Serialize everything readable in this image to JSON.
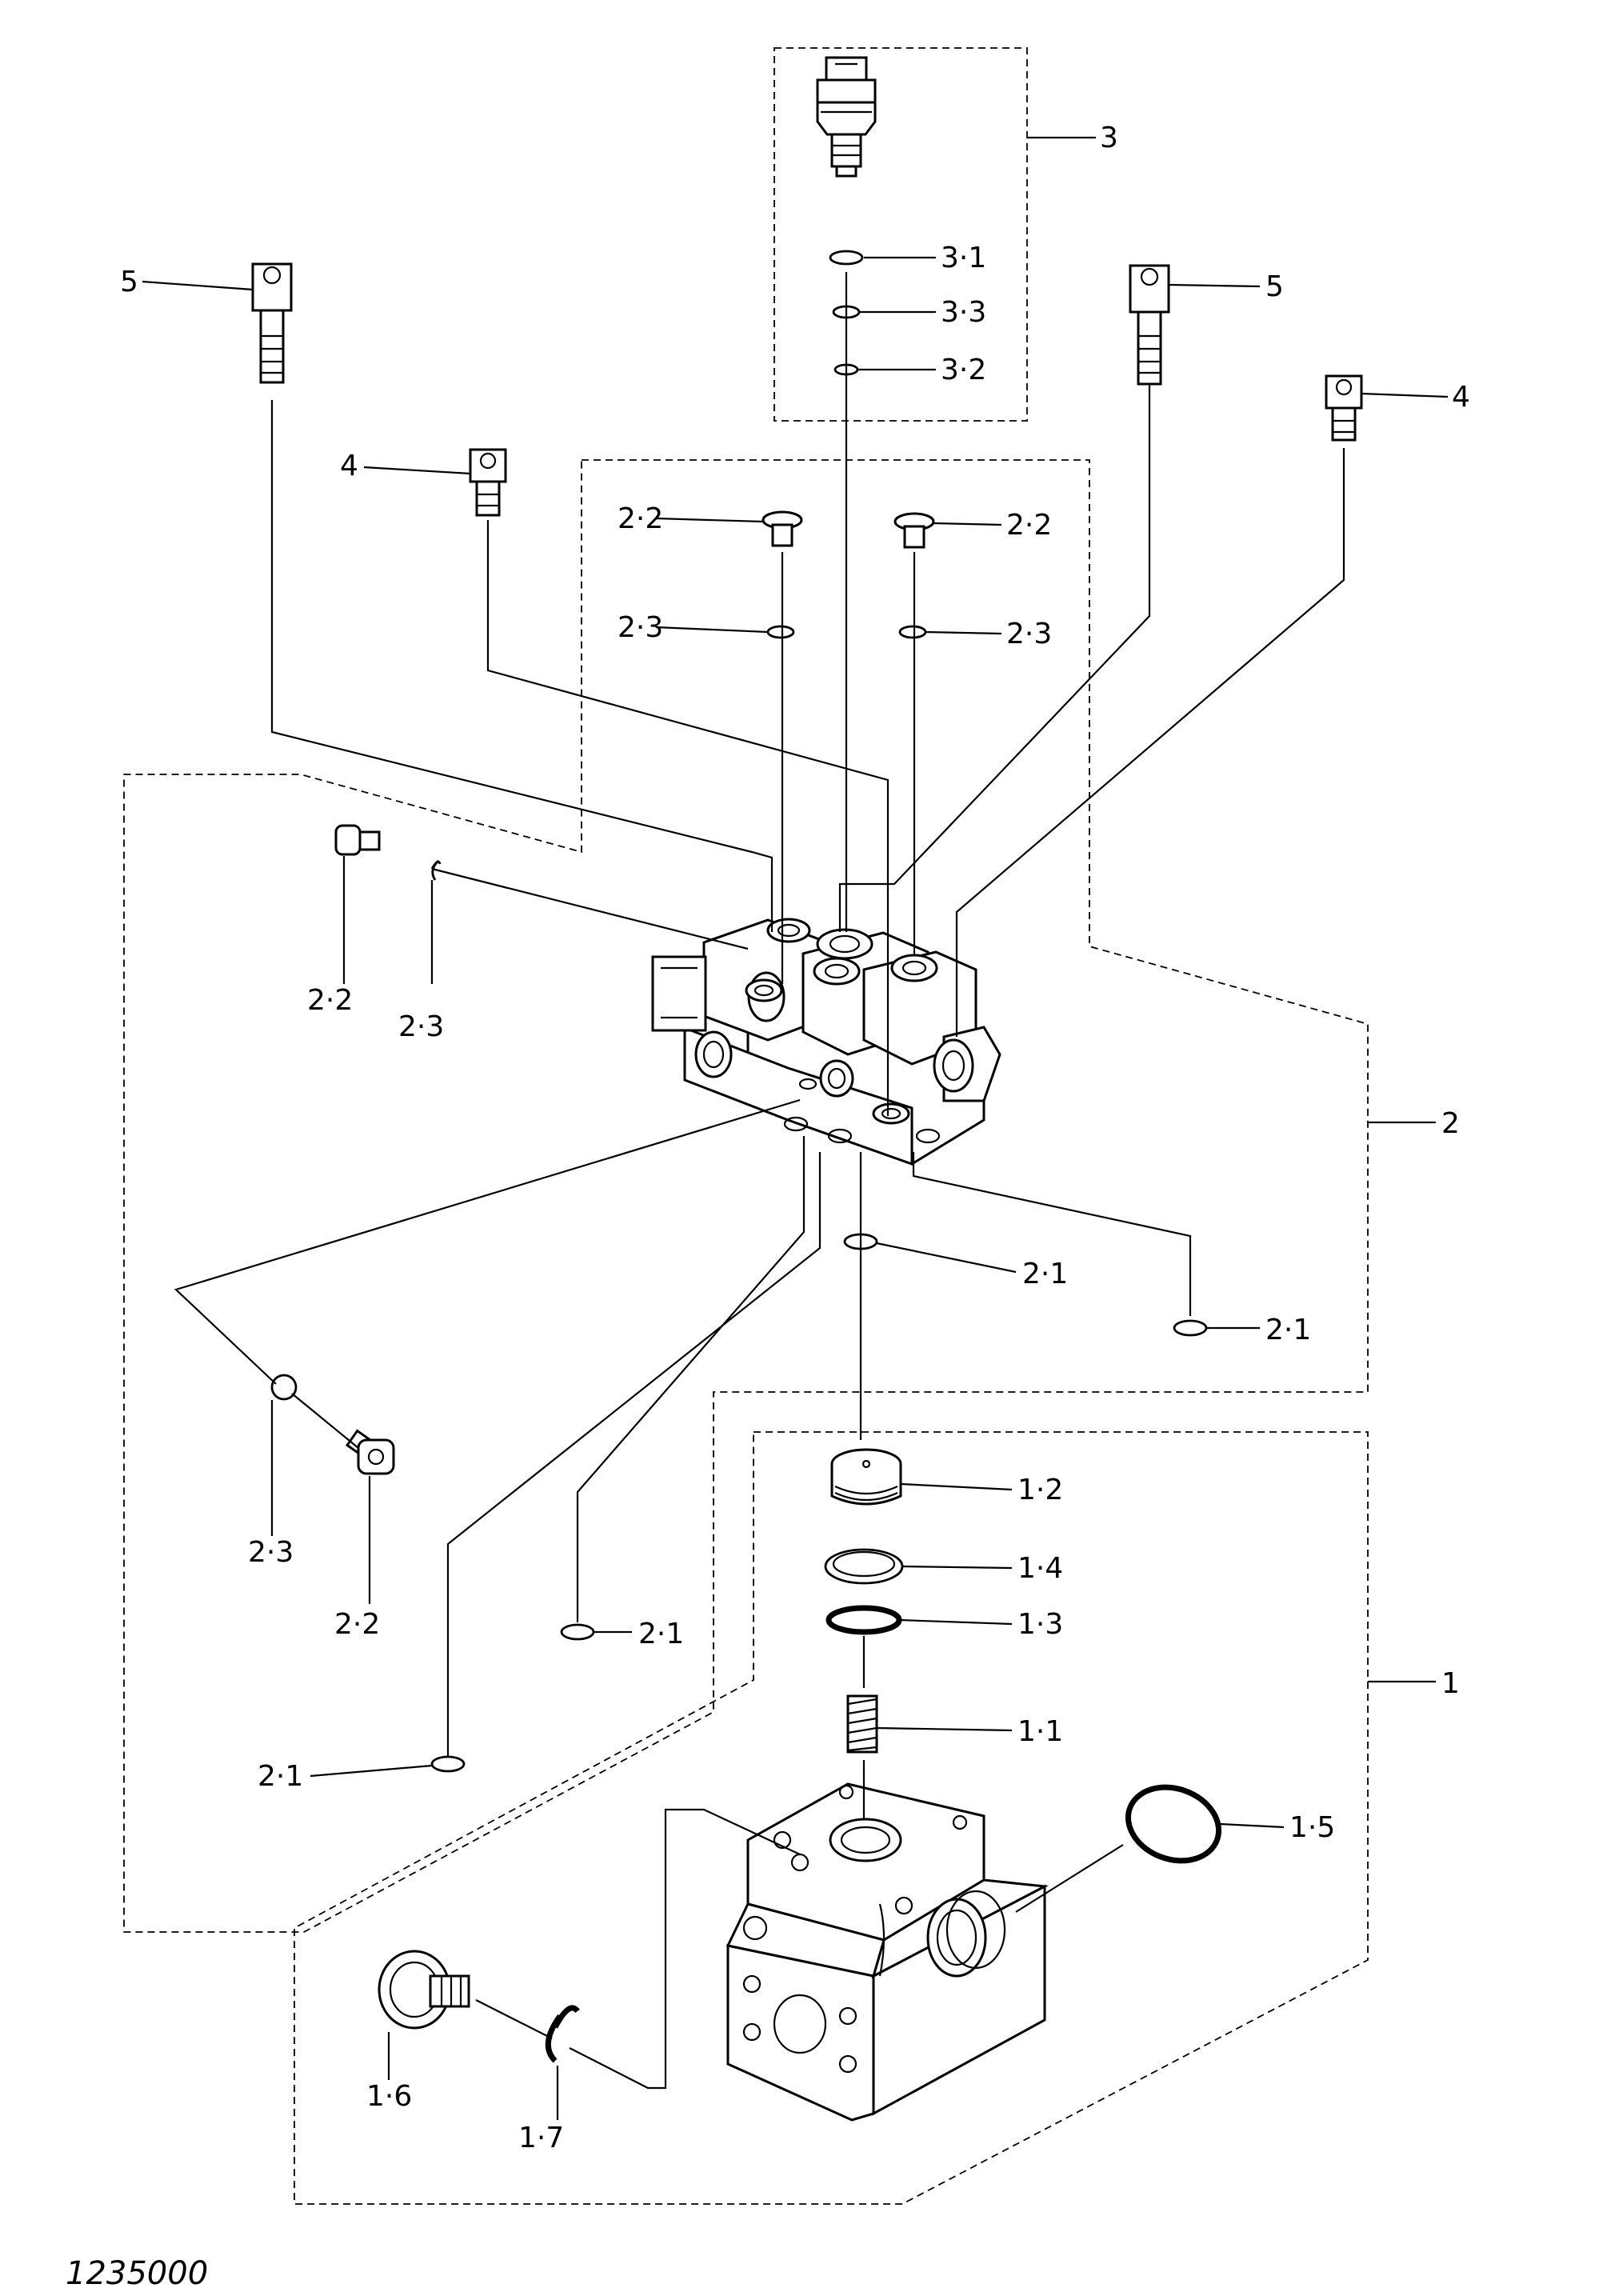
{
  "figure_number": "1235000",
  "callouts": {
    "c3": "3",
    "c3_1": "3·1",
    "c3_3": "3·3",
    "c3_2": "3·2",
    "c5_left": "5",
    "c5_right": "5",
    "c4_left": "4",
    "c4_right": "4",
    "c2_2_a": "2·2",
    "c2_2_b": "2·2",
    "c2_3_a": "2·3",
    "c2_3_b": "2·3",
    "c2_2_side": "2·2",
    "c2_3_side": "2·3",
    "c2": "2",
    "c2_1_a": "2·1",
    "c2_1_b": "2·1",
    "c2_3_low": "2·3",
    "c2_2_low": "2·2",
    "c2_1_c": "2·1",
    "c2_1_d": "2·1",
    "c1_2": "1·2",
    "c1_4": "1·4",
    "c1_3": "1·3",
    "c1_1": "1·1",
    "c1": "1",
    "c1_5": "1·5",
    "c1_6": "1·6",
    "c1_7": "1·7"
  }
}
